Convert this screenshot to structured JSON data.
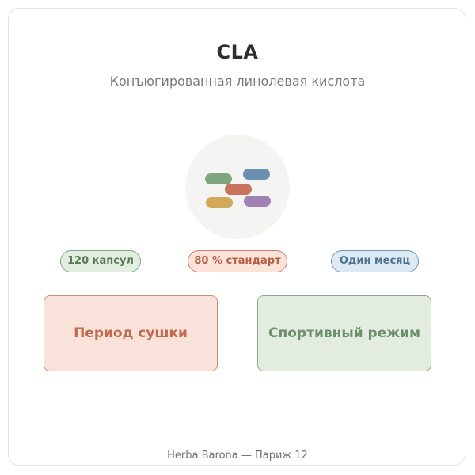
{
  "product": {
    "title": "CLA",
    "subtitle": "Конъюгированная линолевая кислота",
    "logo_icon": "capsules-icon"
  },
  "badges": [
    {
      "label": "120 капсул",
      "color": "#7fa67e"
    },
    {
      "label": "80 % стандарт",
      "color": "#d0806a"
    },
    {
      "label": "Один месяц",
      "color": "#6f95b6"
    }
  ],
  "actions": [
    {
      "label": "Период сушки",
      "color": "#d5876f"
    },
    {
      "label": "Спортивный режим",
      "color": "#8aab88"
    }
  ],
  "capsule_colors": [
    "#7fa67e",
    "#6a8fb0",
    "#c9745a",
    "#d3a85a",
    "#9f82b3"
  ],
  "footer": {
    "text": "Herba Barona — Париж 12"
  }
}
